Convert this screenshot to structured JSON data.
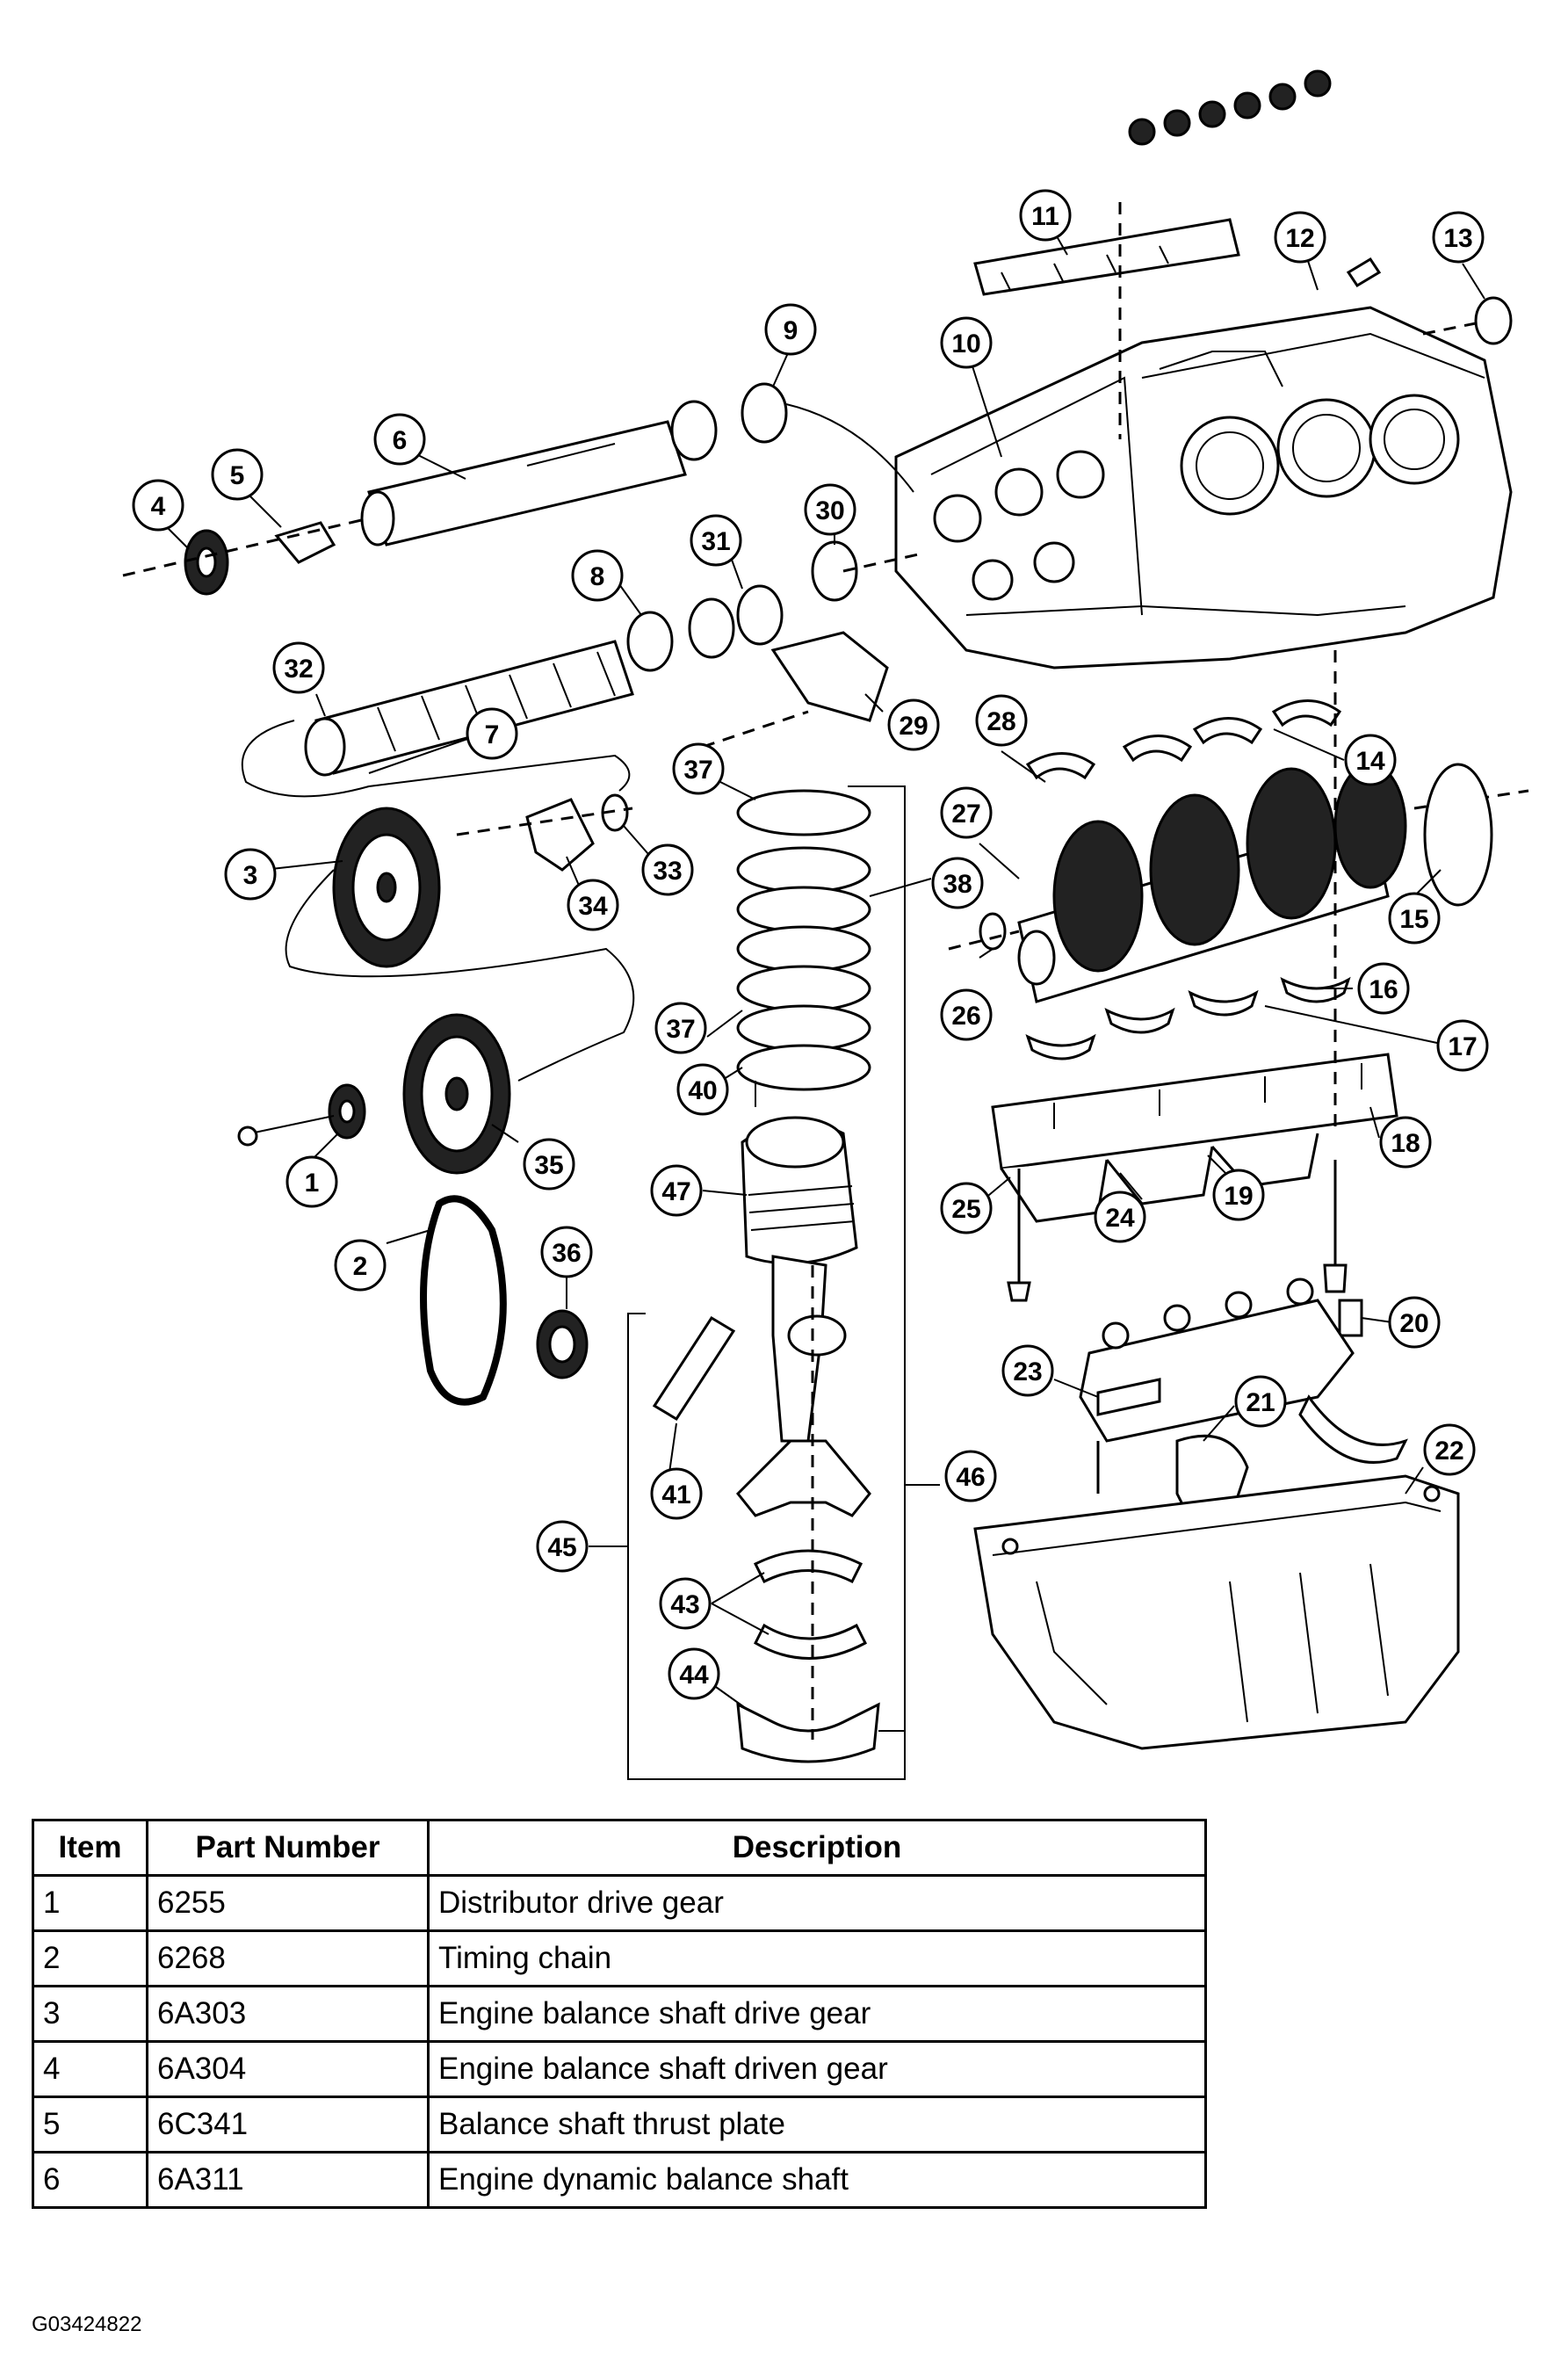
{
  "callouts": [
    "1",
    "2",
    "3",
    "4",
    "5",
    "6",
    "7",
    "8",
    "9",
    "10",
    "11",
    "12",
    "13",
    "14",
    "15",
    "16",
    "17",
    "18",
    "19",
    "20",
    "21",
    "22",
    "23",
    "24",
    "25",
    "26",
    "27",
    "28",
    "29",
    "30",
    "31",
    "32",
    "33",
    "34",
    "35",
    "36",
    "37",
    "38",
    "37",
    "40",
    "41",
    "43",
    "44",
    "45",
    "46",
    "47"
  ],
  "table": {
    "headers": [
      "Item",
      "Part Number",
      "Description"
    ],
    "rows": [
      [
        "1",
        "6255",
        "Distributor drive gear"
      ],
      [
        "2",
        "6268",
        "Timing chain"
      ],
      [
        "3",
        "6A303",
        "Engine balance shaft drive gear"
      ],
      [
        "4",
        "6A304",
        "Engine balance shaft driven gear"
      ],
      [
        "5",
        "6C341",
        "Balance shaft thrust plate"
      ],
      [
        "6",
        "6A311",
        "Engine dynamic balance shaft"
      ]
    ]
  },
  "figure_id": "G03424822"
}
